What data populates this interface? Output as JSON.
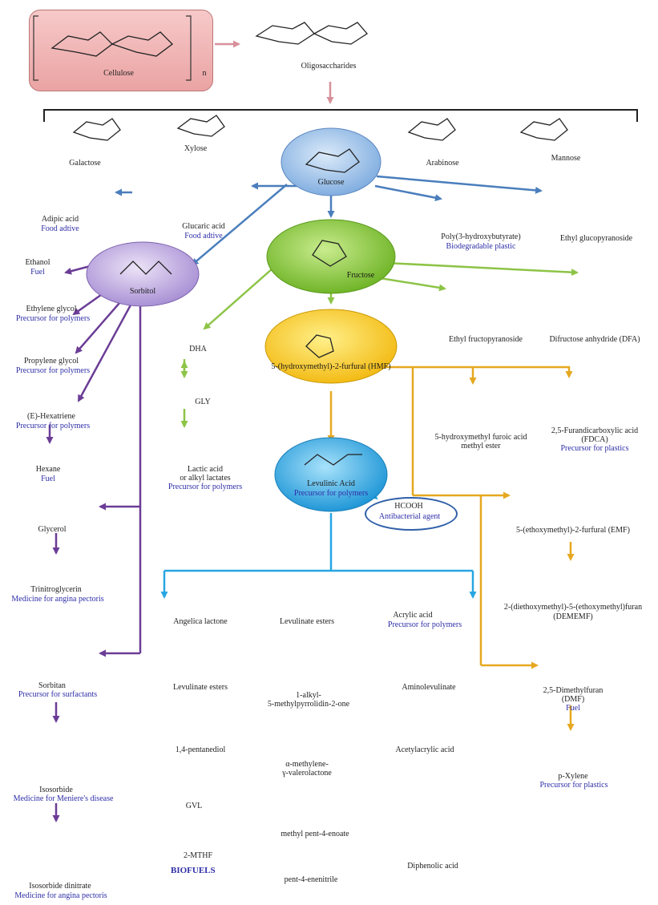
{
  "feedstock": {
    "cellulose": "Cellulose",
    "repeat_marker": "n",
    "oligosaccharides": "Oligosaccharides"
  },
  "sugars": {
    "galactose": "Galactose",
    "xylose": "Xylose",
    "arabinose": "Arabinose",
    "mannose": "Mannose"
  },
  "hubs": {
    "glucose": "Glucose",
    "sorbitol": "Sorbitol",
    "fructose": "Fructose",
    "hmf": "5-(hydroxymethyl)-2-furfural (HMF)",
    "levulinic_acid": "Levulinic Acid",
    "levulinic_use": "Precursor for polymers",
    "hcooh": "HCOOH",
    "hcooh_use": "Antibacterial agent"
  },
  "glucose_products": {
    "adipic_acid": "Adipic acid",
    "adipic_use": "Food adtive",
    "glucaric_acid": "Glucaric acid",
    "glucaric_use": "Food adtive",
    "phb": "Poly(3-hydroxybutyrate)",
    "phb_use": "Biodegradable plastic",
    "ethyl_glucopyranoside": "Ethyl glucopyranoside"
  },
  "fructose_products": {
    "ethyl_fructopyranoside": "Ethyl fructopyranoside",
    "dfa": "Difructose anhydride (DFA)",
    "lactic_acid": "Lactic acid",
    "lactic_acid_2": "or alkyl lactates",
    "lactic_use": "Precursor for polymers",
    "dha": "DHA",
    "gly": "GLY"
  },
  "sorbitol_products": {
    "ethanol": "Ethanol",
    "ethanol_use": "Fuel",
    "ethylene_glycol": "Ethylene glycol",
    "ethylene_glycol_use": "Precursor for polymers",
    "propylene_glycol": "Propylene glycol",
    "propylene_glycol_use": "Precursor for polymers",
    "hexatriene": "(E)-Hexatriene",
    "hexatriene_use": "Precursor for polymers",
    "hexane": "Hexane",
    "hexane_use": "Fuel",
    "glycerol": "Glycerol",
    "trinitroglycerin": "Trinitroglycerin",
    "trinitroglycerin_use": "Medicine for angina pectoris",
    "sorbitan": "Sorbitan",
    "sorbitan_use": "Precursor for surfactants",
    "isosorbide": "Isosorbide",
    "isosorbide_use": "Medicine for Meniere's disease",
    "isosorbide_dinitrate": "Isosorbide dinitrate",
    "isosorbide_dinitrate_use": "Medicine for angina pectoris"
  },
  "hmf_products": {
    "hmf_ester": "5-hydroxymethyl furoic acid",
    "hmf_ester_2": "methyl ester",
    "fdca": "2,5-Furandicarboxylic acid",
    "fdca_2": "(FDCA)",
    "fdca_use": "Precursor for plastics",
    "emf": "5-(ethoxymethyl)-2-furfural (EMF)",
    "demf": "2-(diethoxymethyl)-5-(ethoxymethyl)furan",
    "demf_2": "(DEMEMF)",
    "dmf": "2,5-Dimethylfuran",
    "dmf_2": "(DMF)",
    "dmf_use": "Fuel",
    "pxylene": "p-Xylene",
    "pxylene_use": "Precursor for plastics"
  },
  "levulinic_products": {
    "angelica_lactone": "Angelica lactone",
    "levulinate_esters_top": "Levulinate esters",
    "acrylic_acid": "Acrylic acid",
    "acrylic_use": "Precursor for polymers",
    "levulinate_esters": "Levulinate esters",
    "pyrrolidone_1": "1-alkyl-",
    "pyrrolidone_2": "5-methylpyrrolidin-2-one",
    "aminolevulinate": "Aminolevulinate",
    "pentanediol": "1,4-pentanediol",
    "methylene_1": "α-methylene-",
    "methylene_2": "γ-valerolactone",
    "acetylacrylic": "Acetylacrylic acid",
    "gvl": "GVL",
    "methyl_pentenoate": "methyl pent-4-enoate",
    "mthf": "2-MTHF",
    "biofuels": "BIOFUELS",
    "pentenenitrile": "pent-4-enenitrile",
    "diphenolic": "Diphenolic acid"
  },
  "colors": {
    "glucose": "#8fb8e6",
    "sorbitol": "#b8a2dc",
    "fructose": "#8ccc3c",
    "hmf": "#f3c318",
    "levulinic": "#27a6e3",
    "cellulose": "#f0b4b4",
    "arrow_blue": "#4a7ebc",
    "arrow_purple": "#6b3d96",
    "arrow_green": "#8dc447",
    "arrow_orange": "#e6a820",
    "arrow_cyan": "#27a6e3",
    "arrow_pink": "#d8909a",
    "use_text": "#2e2ea8"
  }
}
